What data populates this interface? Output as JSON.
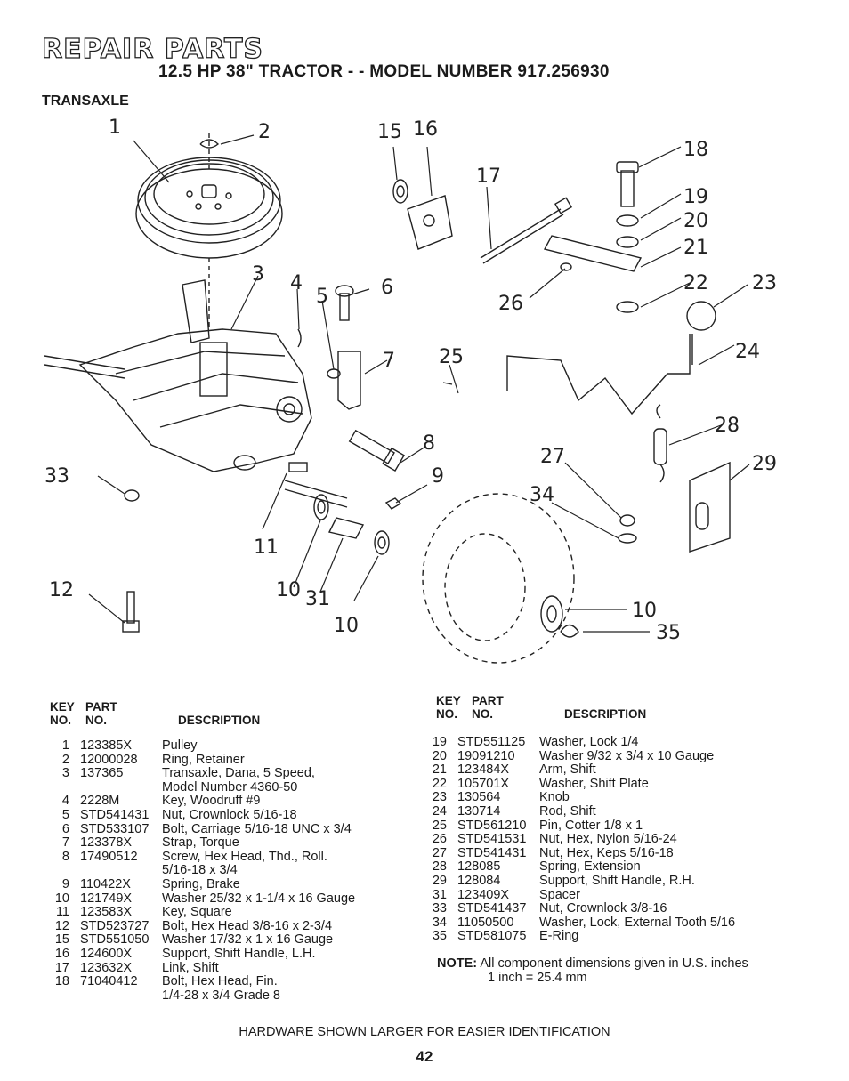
{
  "header": {
    "title": "REPAIR PARTS",
    "subtitle": "12.5 HP 38\" TRACTOR - - MODEL NUMBER 917.256930",
    "section": "TRANSAXLE"
  },
  "diagram": {
    "callouts": [
      "1",
      "2",
      "15",
      "16",
      "18",
      "17",
      "19",
      "20",
      "21",
      "3",
      "4",
      "5",
      "6",
      "22",
      "23",
      "26",
      "7",
      "25",
      "24",
      "28",
      "8",
      "27",
      "29",
      "33",
      "9",
      "34",
      "11",
      "10",
      "31",
      "10",
      "10",
      "35",
      "12"
    ]
  },
  "table_headers": {
    "key": "KEY",
    "no": "NO.",
    "part": "PART",
    "part_no": "NO.",
    "description": "DESCRIPTION"
  },
  "parts_left": [
    {
      "key": "1",
      "part": "123385X",
      "desc": [
        "Pulley"
      ]
    },
    {
      "key": "2",
      "part": "12000028",
      "desc": [
        "Ring, Retainer"
      ]
    },
    {
      "key": "3",
      "part": "137365",
      "desc": [
        "Transaxle, Dana, 5 Speed,",
        "Model Number 4360-50"
      ]
    },
    {
      "key": "4",
      "part": "2228M",
      "desc": [
        "Key, Woodruff #9"
      ]
    },
    {
      "key": "5",
      "part": "STD541431",
      "desc": [
        "Nut, Crownlock 5/16-18"
      ]
    },
    {
      "key": "6",
      "part": "STD533107",
      "desc": [
        "Bolt, Carriage 5/16-18 UNC x 3/4"
      ]
    },
    {
      "key": "7",
      "part": "123378X",
      "desc": [
        "Strap, Torque"
      ]
    },
    {
      "key": "8",
      "part": "17490512",
      "desc": [
        "Screw, Hex Head, Thd., Roll.",
        "5/16-18 x 3/4"
      ]
    },
    {
      "key": "9",
      "part": "110422X",
      "desc": [
        "Spring, Brake"
      ]
    },
    {
      "key": "10",
      "part": "121749X",
      "desc": [
        "Washer 25/32 x 1-1/4 x 16 Gauge"
      ]
    },
    {
      "key": "11",
      "part": "123583X",
      "desc": [
        "Key, Square"
      ]
    },
    {
      "key": "12",
      "part": "STD523727",
      "desc": [
        "Bolt, Hex Head 3/8-16 x 2-3/4"
      ]
    },
    {
      "key": "15",
      "part": "STD551050",
      "desc": [
        "Washer 17/32 x 1 x 16 Gauge"
      ]
    },
    {
      "key": "16",
      "part": "124600X",
      "desc": [
        "Support, Shift Handle, L.H."
      ]
    },
    {
      "key": "17",
      "part": "123632X",
      "desc": [
        "Link, Shift"
      ]
    },
    {
      "key": "18",
      "part": "71040412",
      "desc": [
        "Bolt, Hex Head, Fin.",
        "1/4-28 x 3/4 Grade 8"
      ]
    }
  ],
  "parts_right": [
    {
      "key": "19",
      "part": "STD551125",
      "desc": [
        "Washer, Lock 1/4"
      ]
    },
    {
      "key": "20",
      "part": "19091210",
      "desc": [
        "Washer 9/32 x 3/4 x 10 Gauge"
      ]
    },
    {
      "key": "21",
      "part": "123484X",
      "desc": [
        "Arm, Shift"
      ]
    },
    {
      "key": "22",
      "part": "105701X",
      "desc": [
        "Washer, Shift Plate"
      ]
    },
    {
      "key": "23",
      "part": "130564",
      "desc": [
        "Knob"
      ]
    },
    {
      "key": "24",
      "part": "130714",
      "desc": [
        "Rod, Shift"
      ]
    },
    {
      "key": "25",
      "part": "STD561210",
      "desc": [
        "Pin, Cotter 1/8 x 1"
      ]
    },
    {
      "key": "26",
      "part": "STD541531",
      "desc": [
        "Nut, Hex, Nylon 5/16-24"
      ]
    },
    {
      "key": "27",
      "part": "STD541431",
      "desc": [
        "Nut, Hex, Keps 5/16-18"
      ]
    },
    {
      "key": "28",
      "part": "128085",
      "desc": [
        "Spring, Extension"
      ]
    },
    {
      "key": "29",
      "part": "128084",
      "desc": [
        "Support, Shift Handle, R.H."
      ]
    },
    {
      "key": "31",
      "part": "123409X",
      "desc": [
        "Spacer"
      ]
    },
    {
      "key": "33",
      "part": "STD541437",
      "desc": [
        "Nut, Crownlock 3/8-16"
      ]
    },
    {
      "key": "34",
      "part": "11050500",
      "desc": [
        "Washer, Lock, External Tooth 5/16"
      ]
    },
    {
      "key": "35",
      "part": "STD581075",
      "desc": [
        "E-Ring"
      ]
    }
  ],
  "note": {
    "label": "NOTE:",
    "line1": "All component dimensions given in U.S. inches",
    "line2": "1 inch = 25.4 mm"
  },
  "footer": {
    "text": "HARDWARE SHOWN LARGER FOR EASIER IDENTIFICATION",
    "page_number": "42"
  }
}
